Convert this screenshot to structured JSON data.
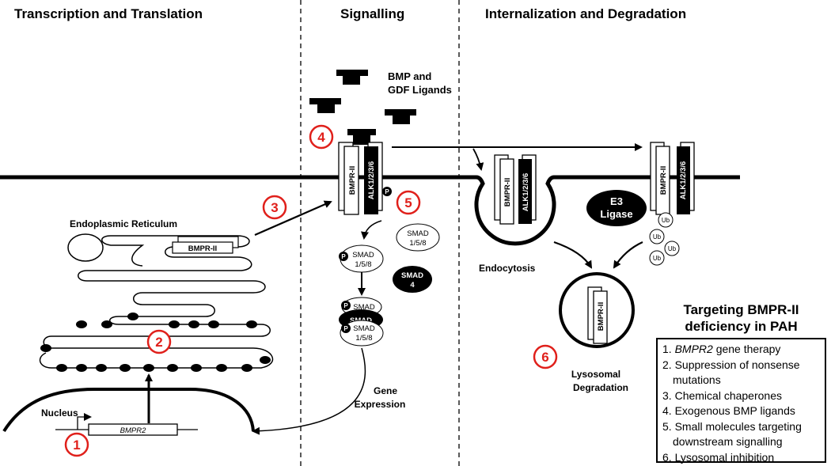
{
  "sections": {
    "transcription": "Transcription and Translation",
    "signalling": "Signalling",
    "internalization": "Internalization and Degradation"
  },
  "ligands": {
    "line1": "BMP and",
    "line2": "GDF Ligands"
  },
  "receptors": {
    "type2": "BMPR-II",
    "type1": "ALK1/2/3/6"
  },
  "labels": {
    "er": "Endoplasmic Reticulum",
    "nucleus": "Nucleus",
    "gene": "BMPR2",
    "endocytosis": "Endocytosis",
    "lysosomal_line1": "Lysosomal",
    "lysosomal_line2": "Degradation",
    "gene_expr_line1": "Gene",
    "gene_expr_line2": "Expression",
    "e3_line1": "E3",
    "e3_line2": "Ligase",
    "ub": "Ub",
    "p": "P"
  },
  "smads": {
    "smad": "SMAD",
    "r_sub": "1/5/8",
    "co_sub": "4"
  },
  "markers": [
    "1",
    "2",
    "3",
    "4",
    "5",
    "6"
  ],
  "legend": {
    "title_line1": "Targeting BMPR-II",
    "title_line2": "deficiency in PAH",
    "items": [
      {
        "num": "1.",
        "em": "BMPR2",
        "text": " gene therapy"
      },
      {
        "num": "2.",
        "em": "",
        "text": " Suppression of nonsense"
      },
      {
        "num": "",
        "em": "",
        "text": "mutations"
      },
      {
        "num": "3.",
        "em": "",
        "text": " Chemical chaperones"
      },
      {
        "num": "4.",
        "em": "",
        "text": " Exogenous BMP ligands"
      },
      {
        "num": "5.",
        "em": "",
        "text": " Small molecules targeting"
      },
      {
        "num": "",
        "em": "",
        "text": "downstream signalling"
      },
      {
        "num": "6.",
        "em": "",
        "text": " Lysosomal inhibition"
      }
    ]
  },
  "colors": {
    "marker": "#e0201b",
    "ink": "#000000"
  }
}
